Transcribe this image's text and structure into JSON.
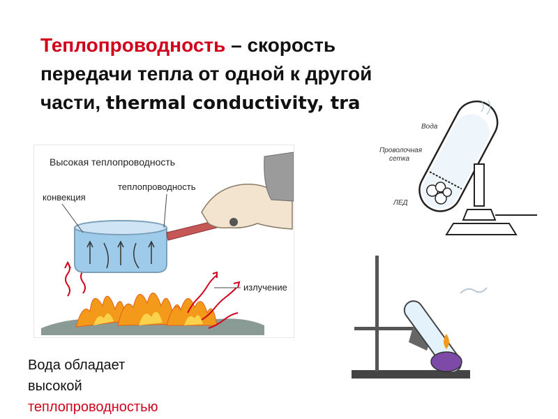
{
  "title": {
    "term": "Теплопроводность",
    "line1_rest": " – скорость",
    "line2": "передачи тепла от одной к другой",
    "line3_a": "части, ",
    "line3_b": "thermal conductivity, tra"
  },
  "figure_heat": {
    "heading": "Высокая теплопроводность",
    "label_convection": "конвекция",
    "label_conduction": "теплопроводность",
    "label_radiation": "излучение"
  },
  "figure_tube": {
    "label_water": "Вода",
    "label_mesh_1": "Проволочная",
    "label_mesh_2": "сетка",
    "label_ice": "ЛЕД"
  },
  "caption": {
    "line1": "Вода обладает",
    "line2": "высокой",
    "line3": "теплопроводностью"
  },
  "colors": {
    "accent_red": "#d0021b",
    "water_blue": "#8fc3e6",
    "flame_orange": "#f39a1b"
  }
}
